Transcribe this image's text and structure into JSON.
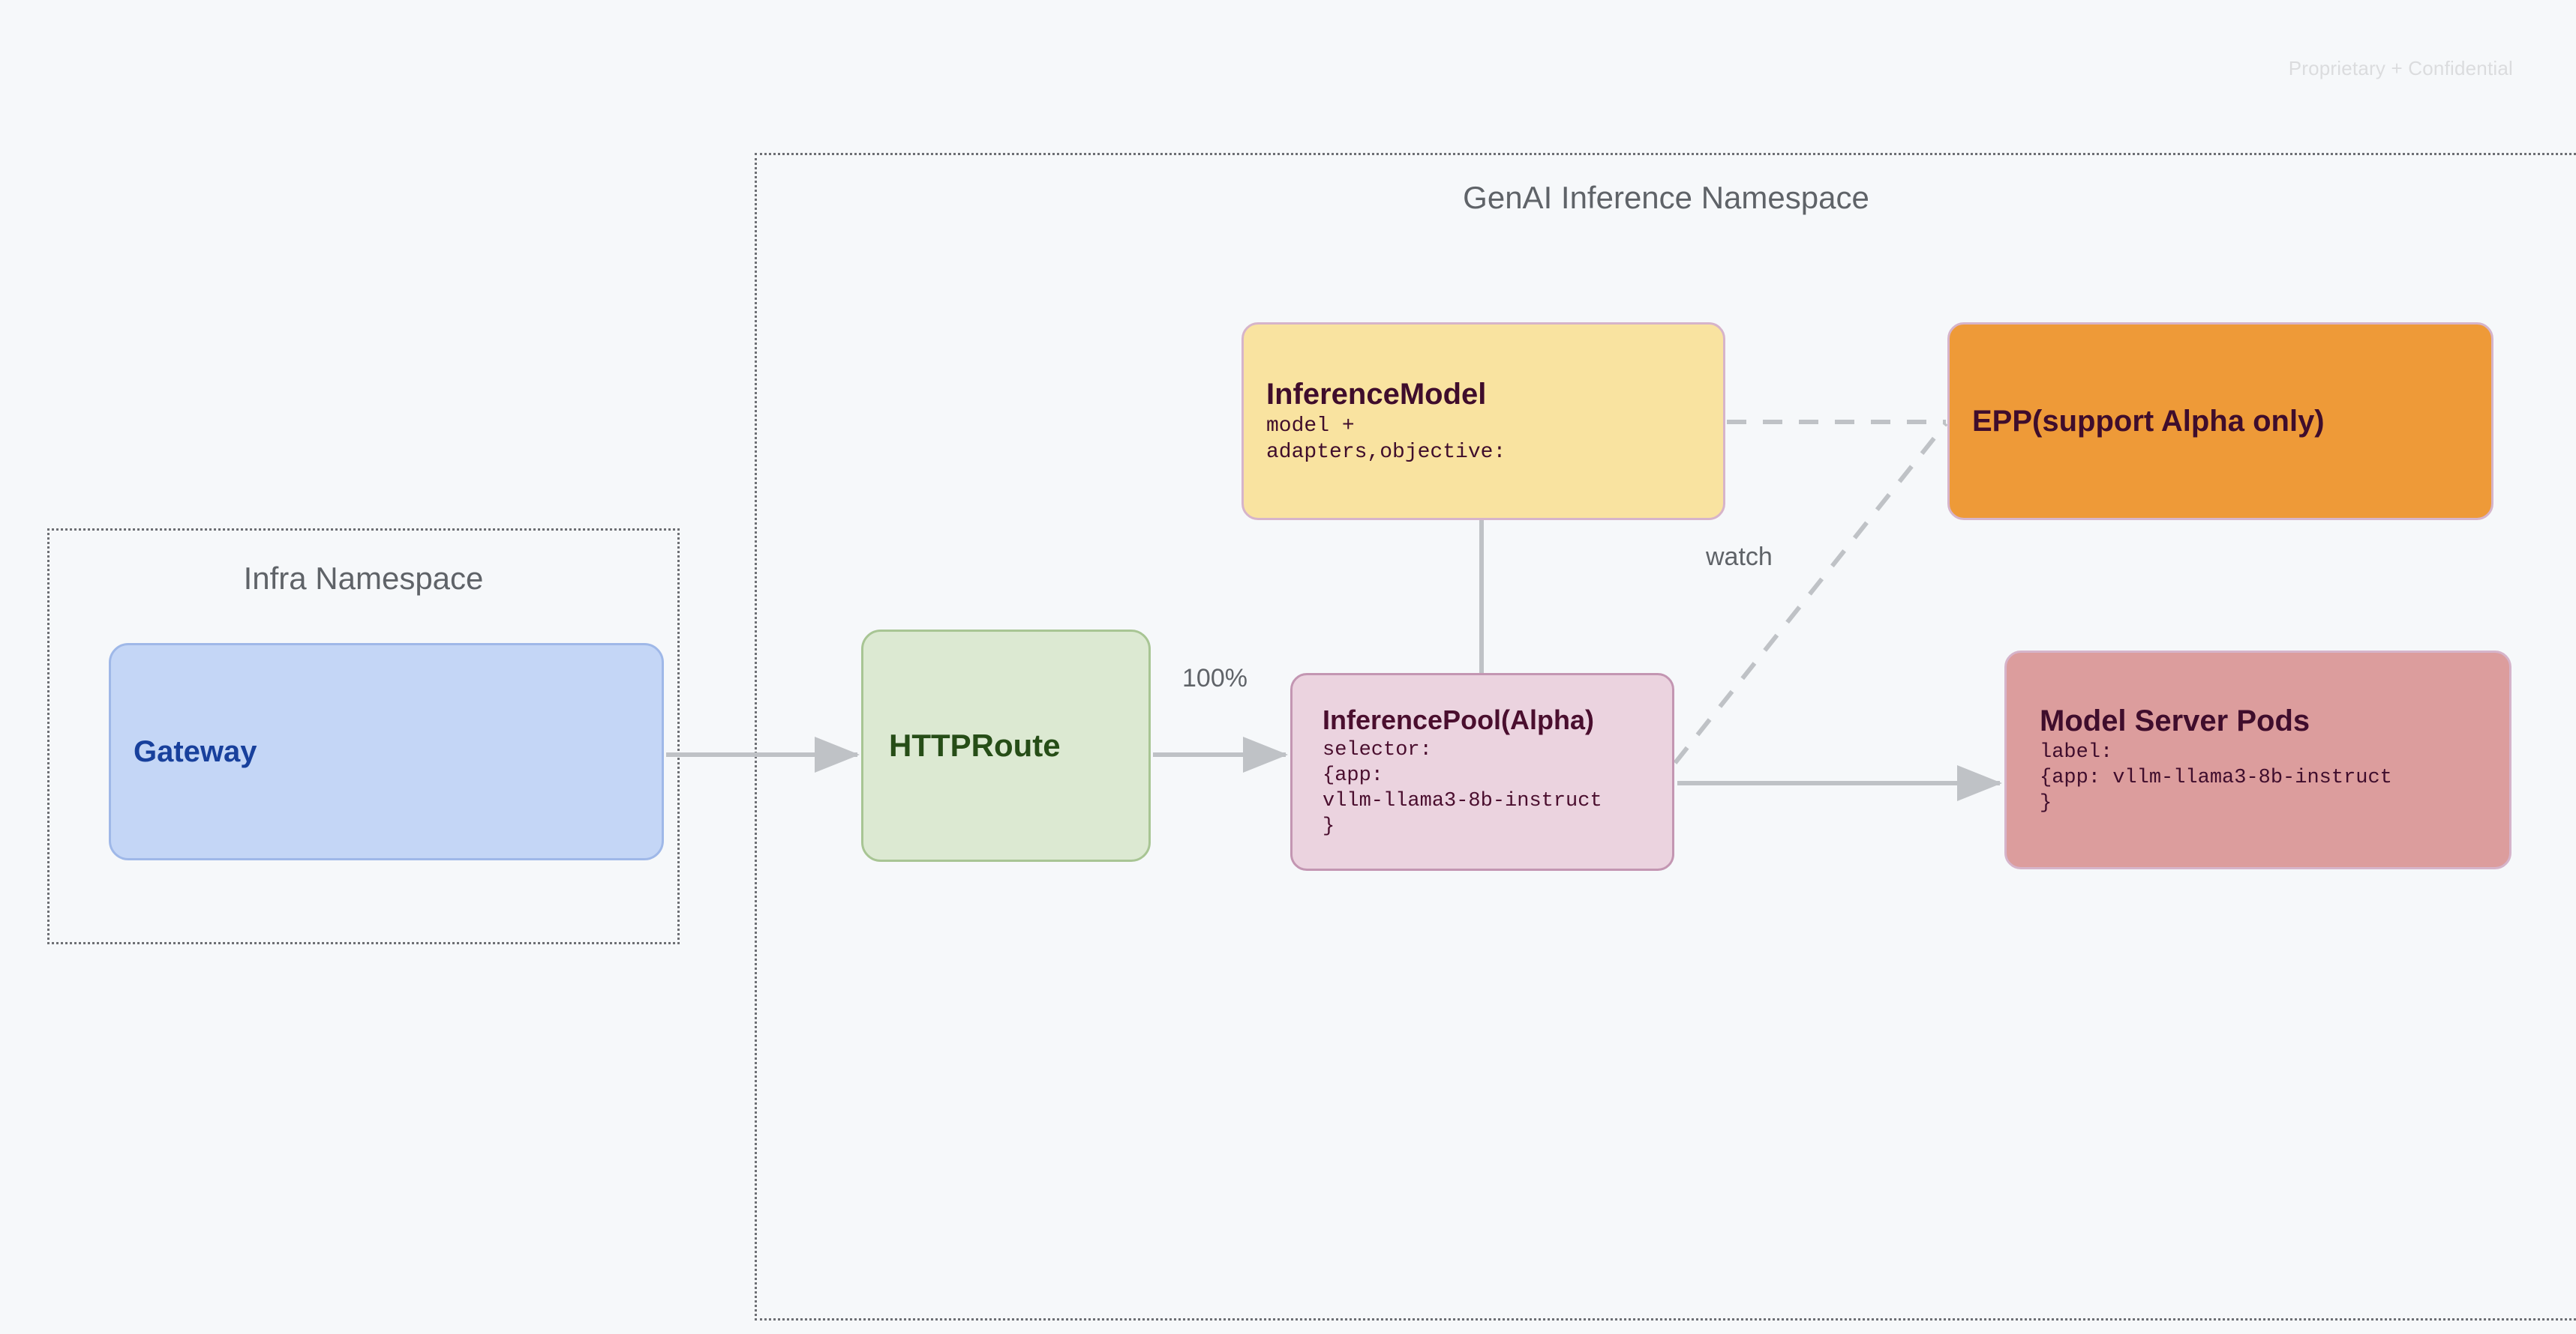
{
  "watermark": "Proprietary + Confidential",
  "namespaces": [
    {
      "id": "infra",
      "title": "Infra Namespace"
    },
    {
      "id": "genai",
      "title": "GenAI Inference Namespace"
    }
  ],
  "nodes": {
    "gateway": {
      "title": "Gateway",
      "body": "",
      "fill": "#C4D6F6",
      "stroke": "#9FB8E8",
      "text": "#18409C"
    },
    "httproute": {
      "title": "HTTPRoute",
      "body": "",
      "fill": "#DCE9D2",
      "stroke": "#A8C594",
      "text": "#264D17"
    },
    "inferencemodel": {
      "title": "InferenceModel",
      "body": "model +\nadapters,objective:",
      "fill": "#F9E3A0",
      "stroke": "#D6B4CA",
      "text": "#3F0D2C"
    },
    "epp": {
      "title": "EPP(support Alpha only)",
      "body": "",
      "fill": "#EE9A38",
      "stroke": "#D6B4CA",
      "text": "#3F0D2C"
    },
    "inferencepool": {
      "title": "InferencePool(Alpha)",
      "body": "selector:\n{app:\nvllm-llama3-8b-instruct\n}",
      "fill": "#EBD3DF",
      "stroke": "#C396B2",
      "text": "#4A0E2E"
    },
    "modelserverpods": {
      "title": "Model Server Pods",
      "body": "label:\n{app: vllm-llama3-8b-instruct\n}",
      "fill": "#DC9D9D",
      "stroke": "#D6B4CA",
      "text": "#3F0D2C"
    }
  },
  "edges": {
    "gateway_to_httproute": {
      "label": "",
      "style": "solid-arrow"
    },
    "httproute_to_inferencepool": {
      "label": "100%",
      "style": "solid-arrow"
    },
    "inferencemodel_to_inferencepool": {
      "label": "",
      "style": "solid-line"
    },
    "inferencemodel_to_epp": {
      "label": "",
      "style": "dashed"
    },
    "inferencepool_to_epp": {
      "label": "watch",
      "style": "dashed"
    },
    "inferencepool_to_modelserverpods": {
      "label": "",
      "style": "solid-arrow"
    }
  },
  "colors": {
    "background": "#F6F8FA",
    "connector": "#BFC2C6",
    "namespace_border": "#6D6F74",
    "namespace_title": "#5F6368",
    "watermark": "#DBDCDE"
  }
}
